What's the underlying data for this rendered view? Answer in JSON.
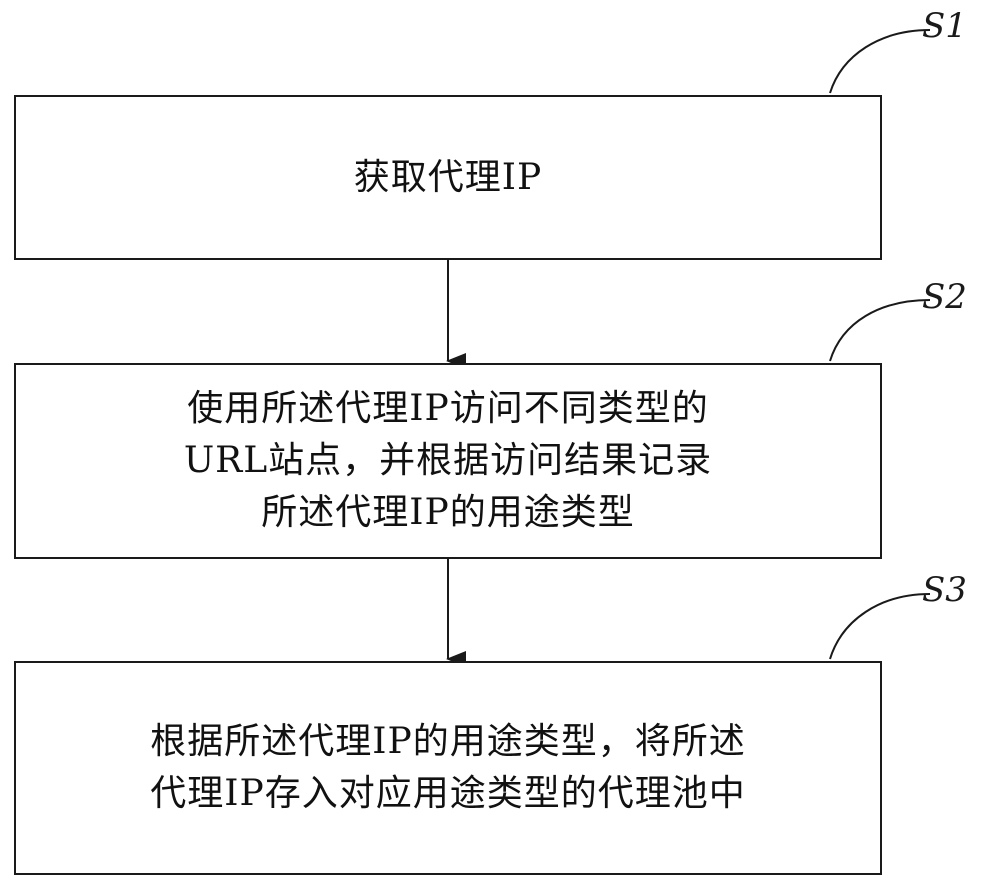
{
  "steps": [
    {
      "label": "S1",
      "lines": [
        "获取代理IP"
      ]
    },
    {
      "label": "S2",
      "lines": [
        "使用所述代理IP访问不同类型的",
        "URL站点，并根据访问结果记录",
        "所述代理IP的用途类型"
      ]
    },
    {
      "label": "S3",
      "lines": [
        "根据所述代理IP的用途类型，将所述",
        "代理IP存入对应用途类型的代理池中"
      ]
    }
  ],
  "colors": {
    "stroke": "#1a1a1a",
    "text": "#111111"
  }
}
